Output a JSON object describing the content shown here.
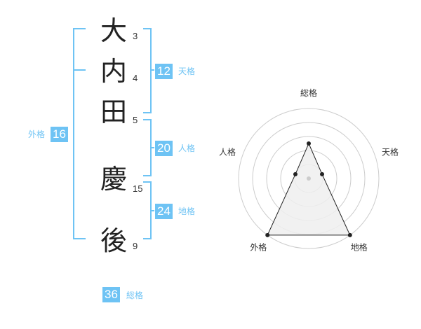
{
  "name": {
    "characters": [
      {
        "char": "大",
        "strokes": "3"
      },
      {
        "char": "内",
        "strokes": "4"
      },
      {
        "char": "田",
        "strokes": "5"
      },
      {
        "char": "慶",
        "strokes": "15"
      },
      {
        "char": "後",
        "strokes": "9"
      }
    ]
  },
  "fortune": {
    "tenkaku": {
      "value": "12",
      "label": "天格"
    },
    "jinkaku": {
      "value": "20",
      "label": "人格"
    },
    "chikaku": {
      "value": "24",
      "label": "地格"
    },
    "gaikaku": {
      "value": "16",
      "label": "外格"
    },
    "soukaku": {
      "value": "36",
      "label": "総格"
    }
  },
  "chart_data": {
    "type": "radar",
    "axes": [
      "総格",
      "天格",
      "地格",
      "外格",
      "人格"
    ],
    "rings": 5,
    "scale_max": 5,
    "values": [
      2.5,
      1,
      5,
      5,
      1
    ],
    "colors": {
      "fill": "#eeeeee",
      "line": "#222222",
      "grid": "#cccccc",
      "center": "#cccccc",
      "accent": "#6ec3f4"
    }
  }
}
